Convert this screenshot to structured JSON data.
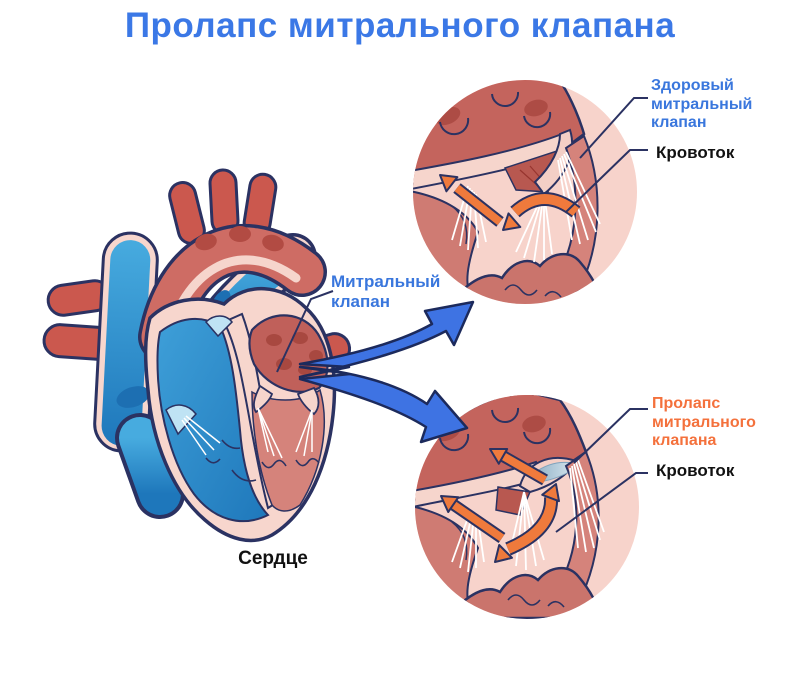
{
  "title": "Пролапс митрального клапана",
  "heart": {
    "caption": "Сердце",
    "valve_callout": "Митральный клапан"
  },
  "insets": {
    "healthy": {
      "title": "Здоровый митральный клапан",
      "flow": "Кровоток"
    },
    "prolapse": {
      "title": "Пролапс митрального клапана",
      "flow": "Кровоток"
    }
  },
  "colors": {
    "title_blue": "#3b78e6",
    "label_blue": "#3a77dd",
    "label_orange": "#f4713c",
    "label_black": "#111111",
    "outline_navy": "#2b3262",
    "arrow_blue": "#3e73e3",
    "arrow_orange": "#ef7a3c",
    "inset_background": "#f7d3cb",
    "heart_muscle": "#cf7b73",
    "atrium_dark": "#c2635c",
    "wall_pink": "#f7d6cd",
    "vein_blue": "#2f9ad2"
  }
}
